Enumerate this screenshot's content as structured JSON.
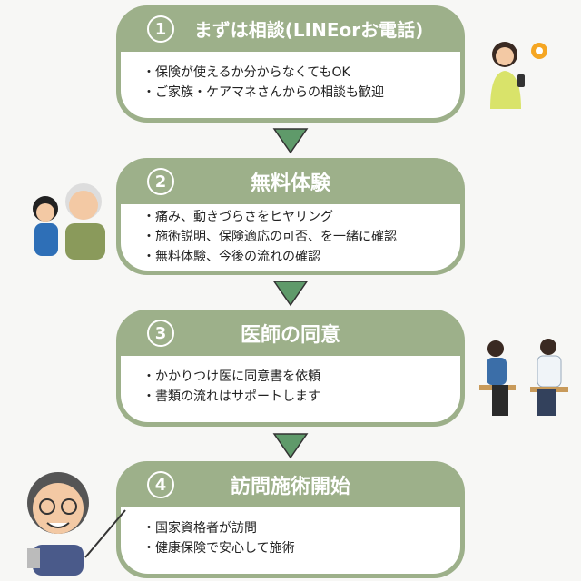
{
  "steps": [
    {
      "num": "1",
      "title": "まずは相談(LINEorお電話)",
      "lines": [
        "・保険が使えるか分からなくてもOK",
        "・ご家族・ケアマネさんからの相談も歓迎"
      ]
    },
    {
      "num": "2",
      "title": "無料体験",
      "lines": [
        "・痛み、動きづらさをヒヤリング",
        "・施術説明、保険適応の可否、を一緒に確認",
        "・無料体験、今後の流れの確認"
      ]
    },
    {
      "num": "3",
      "title": "医師の同意",
      "lines": [
        "・かかりつけ医に同意書を依頼",
        "・書類の流れはサポートします"
      ]
    },
    {
      "num": "4",
      "title": "訪問施術開始",
      "lines": [
        "・国家資格者が訪問",
        "・健康保険で安心して施術"
      ]
    }
  ],
  "colors": {
    "header": "#9db08a",
    "arrow": "#5f9a6a"
  }
}
